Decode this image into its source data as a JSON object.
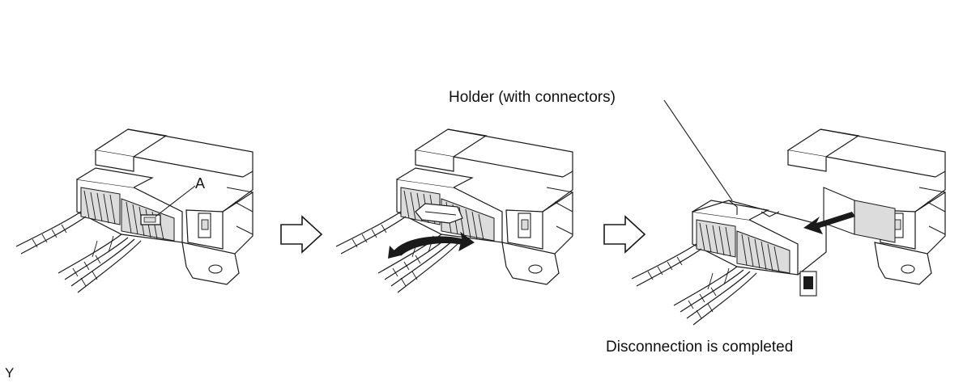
{
  "labels": {
    "callout_a": "A",
    "holder": "Holder (with connectors)",
    "completed": "Disconnection is completed",
    "figure_code": "Y"
  },
  "steps": [
    {
      "id": "step-1",
      "view": "connected"
    },
    {
      "id": "step-2",
      "view": "release-lever"
    },
    {
      "id": "step-3",
      "view": "disconnected"
    }
  ],
  "colors": {
    "line": "#1a1a1a",
    "fill": "#ffffff",
    "shade": "#dcdcdc",
    "arrow_fill": "#1a1a1a"
  },
  "icons": [
    "step-arrow-icon",
    "step-arrow-icon",
    "rotate-arrow-icon",
    "pull-arrow-icon"
  ]
}
